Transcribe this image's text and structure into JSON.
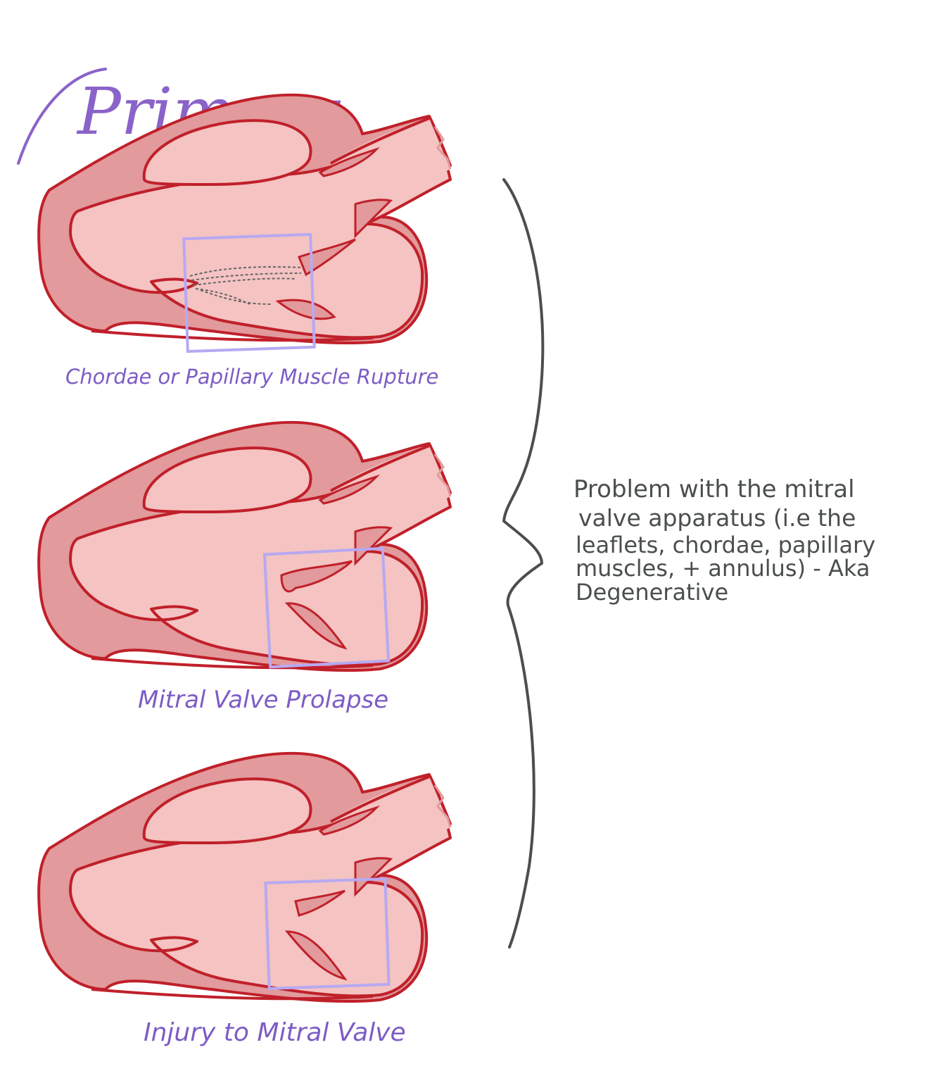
{
  "title": "Primary",
  "captions": [
    "Chordae or Papillary Muscle Rupture",
    "Mitral Valve Prolapse",
    "Injury to Mitral Valve"
  ],
  "note_lines": [
    "Problem with the mitral",
    "valve apparatus (i.e the",
    "leaflets, chordae, papillary",
    "muscles, + annulus) - Aka",
    "Degenerative"
  ],
  "colors": {
    "outline": "#c0202a",
    "myocardium": "#e29a9c",
    "chamber": "#f4c3c2",
    "highlight_box": "#b7a9f2",
    "caption": "#7d5cc6",
    "brace": "#4a4f4d"
  }
}
